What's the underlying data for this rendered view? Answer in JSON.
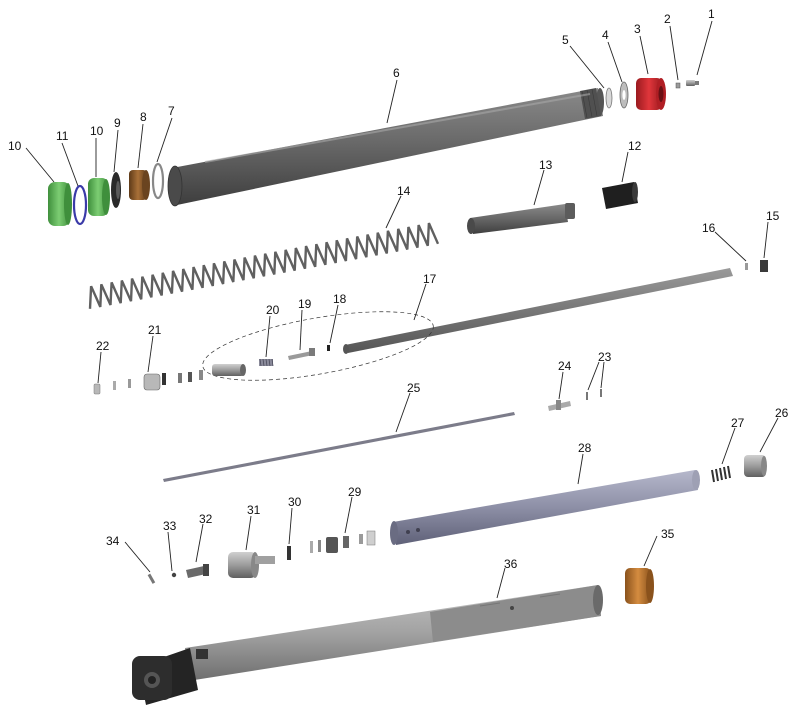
{
  "callouts": [
    {
      "id": "1",
      "label": "1"
    },
    {
      "id": "2",
      "label": "2"
    },
    {
      "id": "3",
      "label": "3"
    },
    {
      "id": "4",
      "label": "4"
    },
    {
      "id": "5",
      "label": "5"
    },
    {
      "id": "6",
      "label": "6"
    },
    {
      "id": "7",
      "label": "7"
    },
    {
      "id": "8",
      "label": "8"
    },
    {
      "id": "9",
      "label": "9"
    },
    {
      "id": "10a",
      "label": "10"
    },
    {
      "id": "10b",
      "label": "10"
    },
    {
      "id": "11",
      "label": "11"
    },
    {
      "id": "12",
      "label": "12"
    },
    {
      "id": "13",
      "label": "13"
    },
    {
      "id": "14",
      "label": "14"
    },
    {
      "id": "15",
      "label": "15"
    },
    {
      "id": "16",
      "label": "16"
    },
    {
      "id": "17",
      "label": "17"
    },
    {
      "id": "18",
      "label": "18"
    },
    {
      "id": "19",
      "label": "19"
    },
    {
      "id": "20",
      "label": "20"
    },
    {
      "id": "21",
      "label": "21"
    },
    {
      "id": "22",
      "label": "22"
    },
    {
      "id": "23",
      "label": "23"
    },
    {
      "id": "24",
      "label": "24"
    },
    {
      "id": "25",
      "label": "25"
    },
    {
      "id": "26",
      "label": "26"
    },
    {
      "id": "27",
      "label": "27"
    },
    {
      "id": "28",
      "label": "28"
    },
    {
      "id": "29",
      "label": "29"
    },
    {
      "id": "30",
      "label": "30"
    },
    {
      "id": "31",
      "label": "31"
    },
    {
      "id": "32",
      "label": "32"
    },
    {
      "id": "33",
      "label": "33"
    },
    {
      "id": "34",
      "label": "34"
    },
    {
      "id": "35",
      "label": "35"
    },
    {
      "id": "36",
      "label": "36"
    }
  ],
  "colors": {
    "green_seal": "#5faf5a",
    "red_cap": "#c8242a",
    "brown_bushing": "#8a5a2a",
    "orange_bushing": "#b8752e",
    "gray_tube": "#6a6a6a",
    "blue_tube": "#8d8fa6",
    "lower_leg": "#9a9a9a",
    "black_part": "#2a2a2a",
    "blue_oring": "#3a3aa8"
  }
}
